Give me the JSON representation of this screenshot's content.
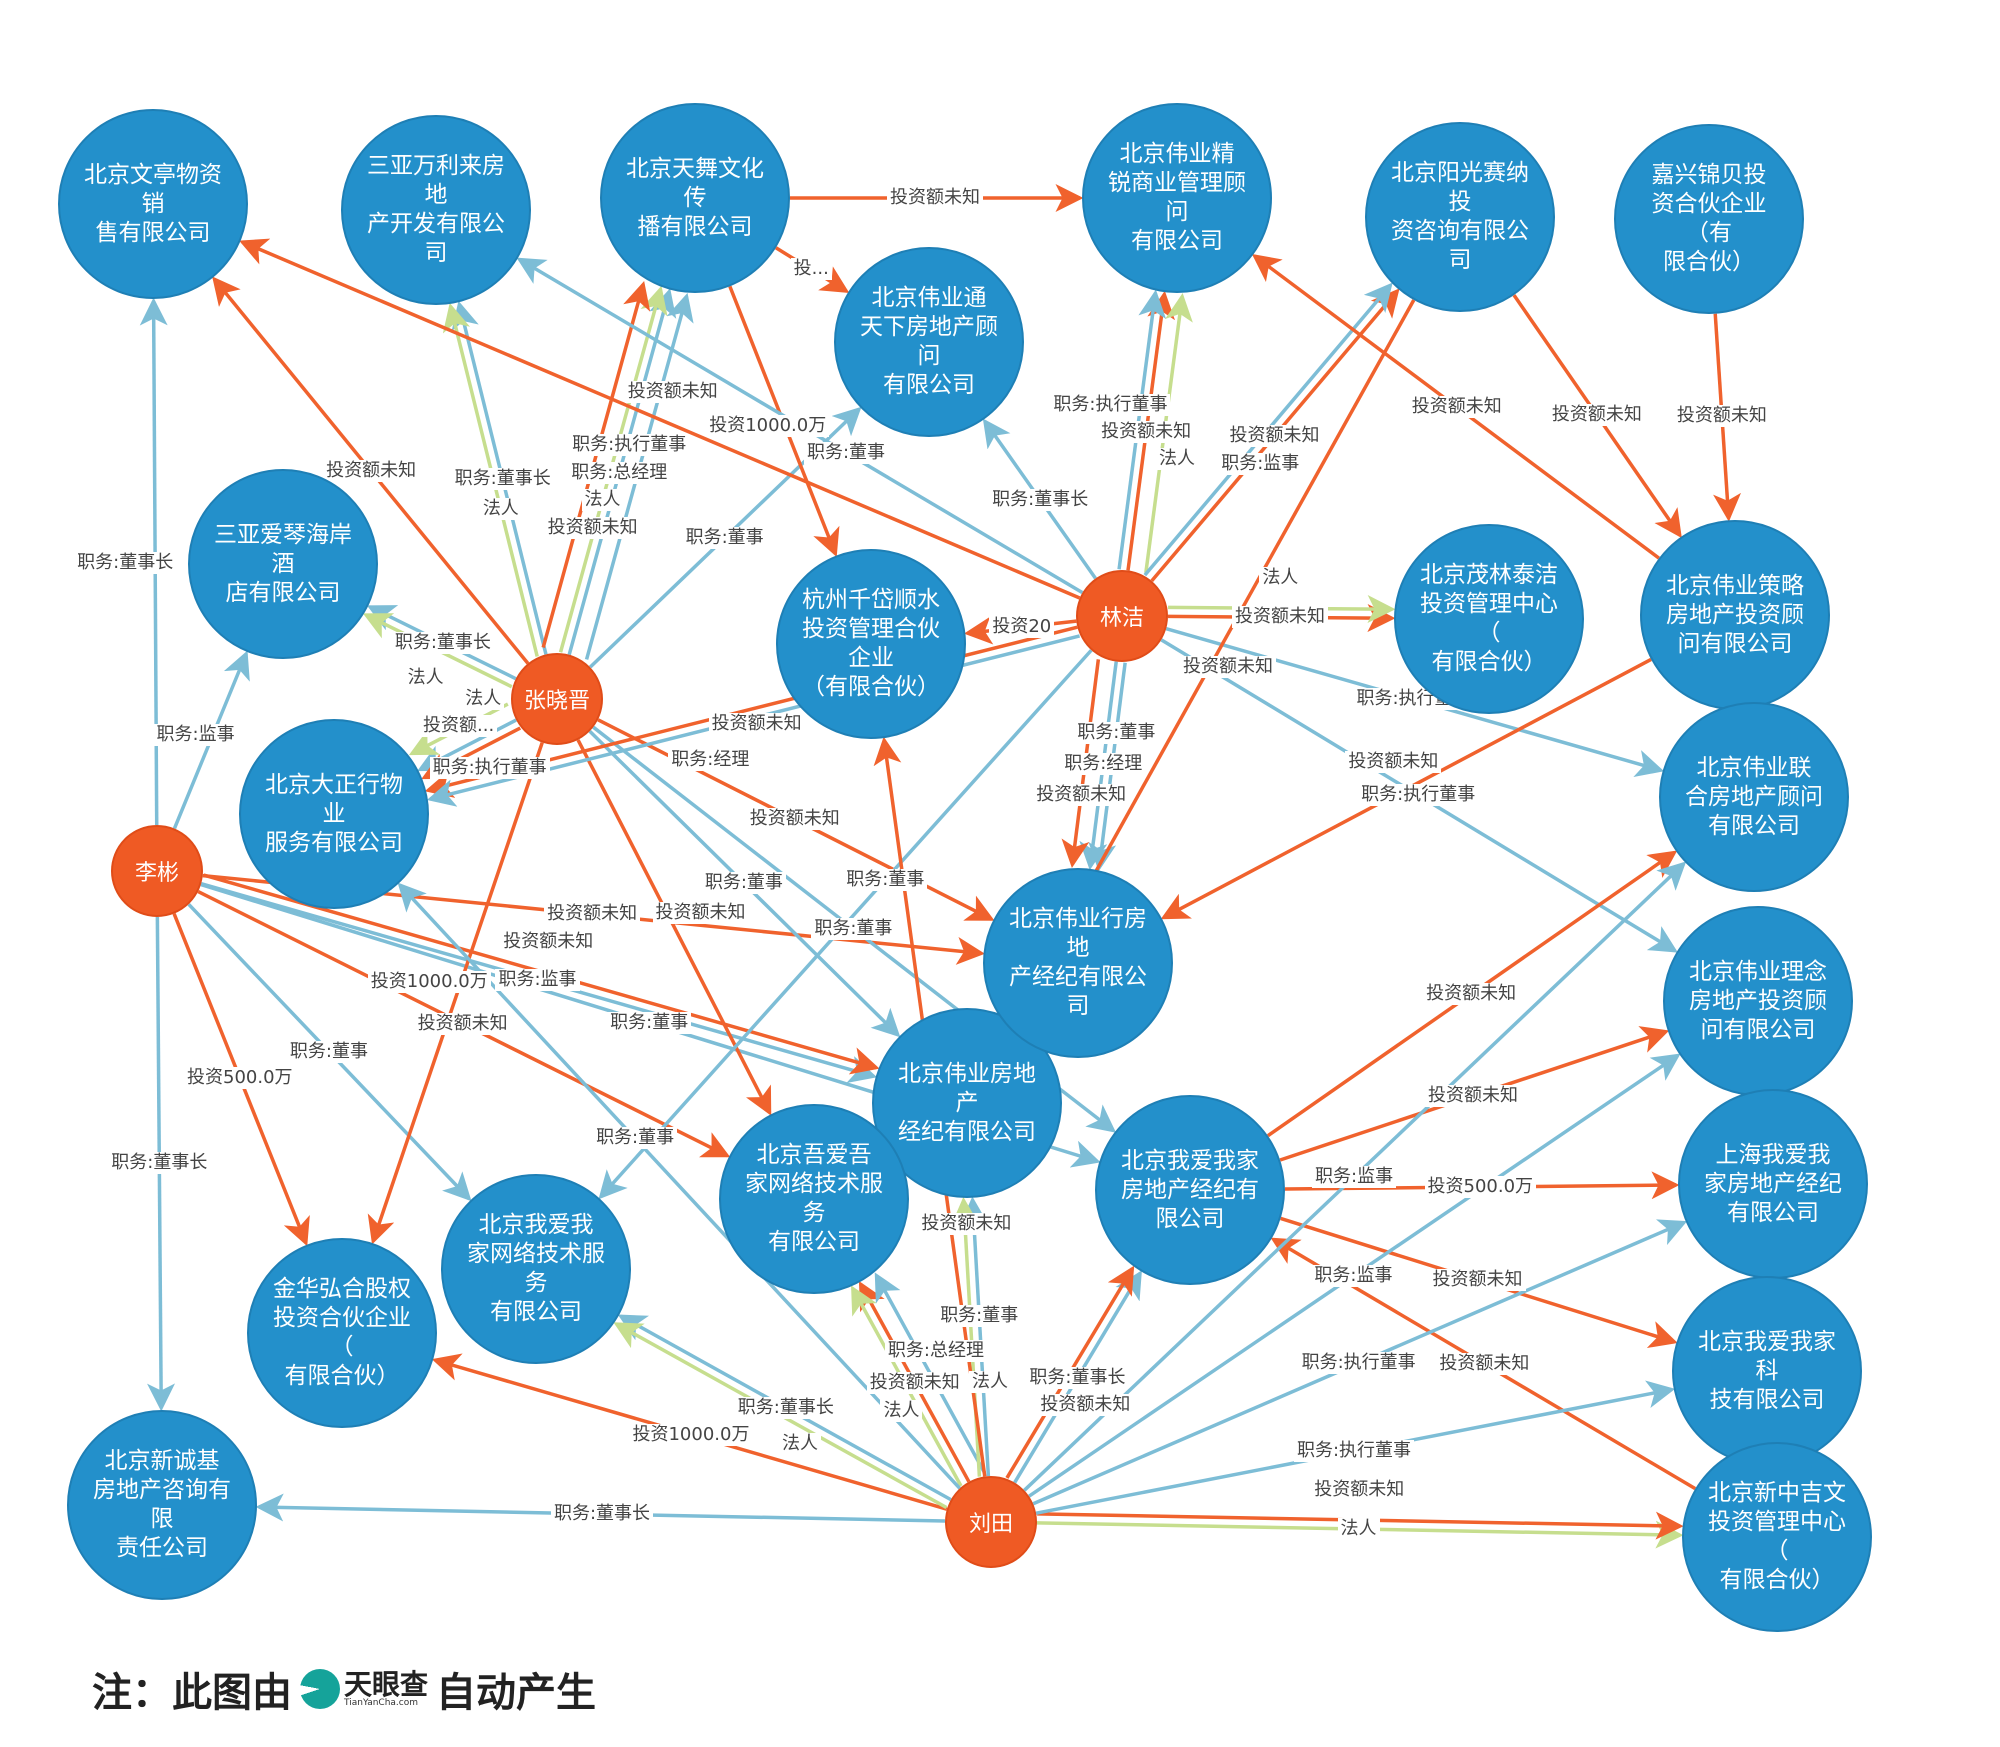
{
  "colors": {
    "company": "#2390cb",
    "person": "#ef5a24",
    "invest": "#f0622d",
    "role": "#7dbdd6",
    "legal": "#c6de8e"
  },
  "nodes": [
    {
      "id": "wawj",
      "type": "company",
      "label": "北京我爱我家房地产经纪有限公司"
    },
    {
      "id": "wt",
      "type": "company",
      "label": "北京文亭物资销\n售有限公司"
    },
    {
      "id": "wl",
      "type": "company",
      "label": "三亚万利来房地\n产开发有限公司"
    },
    {
      "id": "tw",
      "type": "company",
      "label": "北京天舞文化传\n播有限公司"
    },
    {
      "id": "wyt",
      "type": "company",
      "label": "北京伟业通\n天下房地产顾问\n有限公司"
    },
    {
      "id": "jr",
      "type": "company",
      "label": "北京伟业精\n锐商业管理顾问\n有限公司"
    },
    {
      "id": "yg",
      "type": "company",
      "label": "北京阳光赛纳投\n资咨询有限公司"
    },
    {
      "id": "jx",
      "type": "company",
      "label": "嘉兴锦贝投\n资合伙企业（有\n限合伙）"
    },
    {
      "id": "aq",
      "type": "company",
      "label": "三亚爱琴海岸酒\n店有限公司"
    },
    {
      "id": "hz",
      "type": "company",
      "label": "杭州千岱顺水\n投资管理合伙企业\n（有限合伙）"
    },
    {
      "id": "ml",
      "type": "company",
      "label": "北京茂林泰洁\n投资管理中心（\n有限合伙）"
    },
    {
      "id": "cl",
      "type": "company",
      "label": "北京伟业策略\n房地产投资顾\n问有限公司"
    },
    {
      "id": "dz",
      "type": "company",
      "label": "北京大正行物业\n服务有限公司"
    },
    {
      "id": "lh",
      "type": "company",
      "label": "北京伟业联\n合房地产顾问\n有限公司"
    },
    {
      "id": "ln",
      "type": "company",
      "label": "北京伟业理念\n房地产投资顾\n问有限公司"
    },
    {
      "id": "wyfd",
      "type": "company",
      "label": "北京伟业房地产\n经纪有限公司"
    },
    {
      "id": "wyx",
      "type": "company",
      "label": "北京伟业行房地\n产经纪有限公司"
    },
    {
      "id": "wawu",
      "type": "company",
      "label": "北京吾爱吾\n家网络技术服务\n有限公司"
    },
    {
      "id": "sh",
      "type": "company",
      "label": "上海我爱我\n家房地产经纪\n有限公司"
    },
    {
      "id": "wawl",
      "type": "company",
      "label": "北京我爱我\n家网络技术服务\n有限公司"
    },
    {
      "id": "jh",
      "type": "company",
      "label": "金华弘合股权\n投资合伙企业（\n有限合伙）"
    },
    {
      "id": "kj",
      "type": "company",
      "label": "北京我爱我家科\n技有限公司"
    },
    {
      "id": "xcj",
      "type": "company",
      "label": "北京新诚基\n房地产咨询有限\n责任公司"
    },
    {
      "id": "xzj",
      "type": "company",
      "label": "北京新中吉文\n投资管理中心（\n有限合伙）"
    },
    {
      "id": "lj",
      "type": "person",
      "label": "林洁"
    },
    {
      "id": "zxj",
      "type": "person",
      "label": "张晓晋"
    },
    {
      "id": "lb",
      "type": "person",
      "label": "李彬"
    },
    {
      "id": "lt",
      "type": "person",
      "label": "刘田"
    }
  ],
  "edges": [
    {
      "from": "lb",
      "to": "wt",
      "label": "职务:董事长",
      "kind": "role"
    },
    {
      "from": "lb",
      "to": "aq",
      "label": "职务:监事",
      "kind": "role"
    },
    {
      "from": "lb",
      "to": "xcj",
      "label": "职务:董事长",
      "kind": "role"
    },
    {
      "from": "lb",
      "to": "jh",
      "label": "投资500.0万",
      "kind": "invest"
    },
    {
      "from": "lb",
      "to": "wawl",
      "label": "职务:董事",
      "kind": "role"
    },
    {
      "from": "lb",
      "to": "wyx",
      "label": "投资额未知",
      "kind": "invest"
    },
    {
      "from": "lb",
      "to": "wyfd",
      "label": "职务:监事",
      "kind": "role"
    },
    {
      "from": "lb",
      "to": "wawu",
      "label": "投资额未知",
      "kind": "invest"
    },
    {
      "from": "lb",
      "to": "wawj",
      "label": "职务:董事",
      "kind": "role"
    },
    {
      "from": "lb",
      "to": "wyfd",
      "label": "投资额未知",
      "kind": "invest"
    },
    {
      "from": "zxj",
      "to": "wt",
      "label": "投资额未知",
      "kind": "invest"
    },
    {
      "from": "zxj",
      "to": "wl",
      "label": "职务:董事长",
      "kind": "role"
    },
    {
      "from": "zxj",
      "to": "wl",
      "label": "法人",
      "kind": "legal"
    },
    {
      "from": "zxj",
      "to": "tw",
      "label": "职务:总经理",
      "kind": "role"
    },
    {
      "from": "zxj",
      "to": "tw",
      "label": "法人",
      "kind": "legal"
    },
    {
      "from": "zxj",
      "to": "tw",
      "label": "职务:执行董事",
      "kind": "role"
    },
    {
      "from": "zxj",
      "to": "tw",
      "label": "投资额未知",
      "kind": "invest"
    },
    {
      "from": "zxj",
      "to": "aq",
      "label": "职务:董事长",
      "kind": "role"
    },
    {
      "from": "zxj",
      "to": "aq",
      "label": "法人",
      "kind": "legal"
    },
    {
      "from": "zxj",
      "to": "dz",
      "label": "职务:执行董事",
      "kind": "role"
    },
    {
      "from": "zxj",
      "to": "dz",
      "label": "投资额...",
      "kind": "invest"
    },
    {
      "from": "zxj",
      "to": "dz",
      "label": "法人",
      "kind": "legal"
    },
    {
      "from": "zxj",
      "to": "jh",
      "label": "投资1000.0万",
      "kind": "invest"
    },
    {
      "from": "zxj",
      "to": "wyt",
      "label": "职务:董事",
      "kind": "role"
    },
    {
      "from": "zxj",
      "to": "wawu",
      "label": "投资额未知",
      "kind": "invest"
    },
    {
      "from": "zxj",
      "to": "wyfd",
      "label": "职务:董事",
      "kind": "role"
    },
    {
      "from": "zxj",
      "to": "wyx",
      "label": "投资额未知",
      "kind": "invest"
    },
    {
      "from": "zxj",
      "to": "wawj",
      "label": "职务:董事",
      "kind": "role"
    },
    {
      "from": "tw",
      "to": "jr",
      "label": "投资额未知",
      "kind": "invest"
    },
    {
      "from": "tw",
      "to": "wyt",
      "label": "投...",
      "kind": "invest"
    },
    {
      "from": "tw",
      "to": "hz",
      "label": "投资1000.0万",
      "kind": "invest"
    },
    {
      "from": "lj",
      "to": "wt",
      "label": "投资额未知",
      "kind": "invest"
    },
    {
      "from": "lj",
      "to": "wl",
      "label": "职务:董事",
      "kind": "role"
    },
    {
      "from": "lj",
      "to": "wyt",
      "label": "职务:董事长",
      "kind": "role"
    },
    {
      "from": "lj",
      "to": "jr",
      "label": "投资额未知",
      "kind": "invest"
    },
    {
      "from": "lj",
      "to": "jr",
      "label": "职务:执行董事",
      "kind": "role"
    },
    {
      "from": "lj",
      "to": "jr",
      "label": "法人",
      "kind": "legal"
    },
    {
      "from": "lj",
      "to": "yg",
      "label": "投资额未知",
      "kind": "invest"
    },
    {
      "from": "lj",
      "to": "yg",
      "label": "职务:监事",
      "kind": "role"
    },
    {
      "from": "lj",
      "to": "ml",
      "label": "投资额未知",
      "kind": "invest"
    },
    {
      "from": "lj",
      "to": "ml",
      "label": "法人",
      "kind": "legal"
    },
    {
      "from": "lj",
      "to": "hz",
      "label": "投资20",
      "kind": "invest"
    },
    {
      "from": "lj",
      "to": "lh",
      "label": "职务:执行董事",
      "kind": "role"
    },
    {
      "from": "lj",
      "to": "ln",
      "label": "职务:执行董事",
      "kind": "role"
    },
    {
      "from": "lj",
      "to": "wyx",
      "label": "职务:经理",
      "kind": "role"
    },
    {
      "from": "lj",
      "to": "wyx",
      "label": "职务:董事",
      "kind": "role"
    },
    {
      "from": "lj",
      "to": "wyx",
      "label": "投资额未知",
      "kind": "invest"
    },
    {
      "from": "lj",
      "to": "dz",
      "label": "投资额未知",
      "kind": "invest"
    },
    {
      "from": "lj",
      "to": "dz",
      "label": "职务:经理",
      "kind": "role"
    },
    {
      "from": "lj",
      "to": "wawl",
      "label": "职务:董事",
      "kind": "role"
    },
    {
      "from": "yg",
      "to": "cl",
      "label": "投资额未知",
      "kind": "invest"
    },
    {
      "from": "jx",
      "to": "cl",
      "label": "投资额未知",
      "kind": "invest"
    },
    {
      "from": "cl",
      "to": "jr",
      "label": "投资额未知",
      "kind": "invest"
    },
    {
      "from": "yg",
      "to": "wyfd",
      "label": "投资额未知",
      "kind": "invest"
    },
    {
      "from": "cl",
      "to": "wyx",
      "label": "投资额未知",
      "kind": "invest"
    },
    {
      "from": "wawj",
      "to": "lh",
      "label": "投资额未知",
      "kind": "invest"
    },
    {
      "from": "wawj",
      "to": "ln",
      "label": "投资额未知",
      "kind": "invest"
    },
    {
      "from": "wawj",
      "to": "sh",
      "label": "投资500.0万",
      "kind": "invest"
    },
    {
      "from": "wawj",
      "to": "kj",
      "label": "投资额未知",
      "kind": "invest"
    },
    {
      "from": "xzj",
      "to": "wawj",
      "label": "投资额未知",
      "kind": "invest"
    },
    {
      "from": "lt",
      "to": "xcj",
      "label": "职务:董事长",
      "kind": "role"
    },
    {
      "from": "lt",
      "to": "jh",
      "label": "投资1000.0万",
      "kind": "invest"
    },
    {
      "from": "lt",
      "to": "wawl",
      "label": "职务:董事长",
      "kind": "role"
    },
    {
      "from": "lt",
      "to": "wawl",
      "label": "法人",
      "kind": "legal"
    },
    {
      "from": "lt",
      "to": "wawu",
      "label": "投资额未知",
      "kind": "invest"
    },
    {
      "from": "lt",
      "to": "wawu",
      "label": "法人",
      "kind": "legal"
    },
    {
      "from": "lt",
      "to": "wawu",
      "label": "职务:总经理",
      "kind": "role"
    },
    {
      "from": "lt",
      "to": "wyfd",
      "label": "职务:董事",
      "kind": "role"
    },
    {
      "from": "lt",
      "to": "wyfd",
      "label": "法人",
      "kind": "legal"
    },
    {
      "from": "lt",
      "to": "wawj",
      "label": "职务:董事长",
      "kind": "role"
    },
    {
      "from": "lt",
      "to": "wawj",
      "label": "投资额未知",
      "kind": "invest"
    },
    {
      "from": "lt",
      "to": "xzj",
      "label": "法人",
      "kind": "legal"
    },
    {
      "from": "lt",
      "to": "xzj",
      "label": "投资额未知",
      "kind": "invest"
    },
    {
      "from": "lt",
      "to": "kj",
      "label": "职务:执行董事",
      "kind": "role"
    },
    {
      "from": "lt",
      "to": "sh",
      "label": "职务:执行董事",
      "kind": "role"
    },
    {
      "from": "lt",
      "to": "ln",
      "label": "职务:监事",
      "kind": "role"
    },
    {
      "from": "lt",
      "to": "lh",
      "label": "职务:监事",
      "kind": "role"
    },
    {
      "from": "lt",
      "to": "dz",
      "label": "职务:董事",
      "kind": "role"
    },
    {
      "from": "lt",
      "to": "hz",
      "label": "投资额未知",
      "kind": "invest"
    }
  ],
  "footer": {
    "prefix": "注：此图由",
    "logo_cn": "天眼查",
    "logo_en": "TianYanCha.com",
    "suffix": "自动产生"
  }
}
